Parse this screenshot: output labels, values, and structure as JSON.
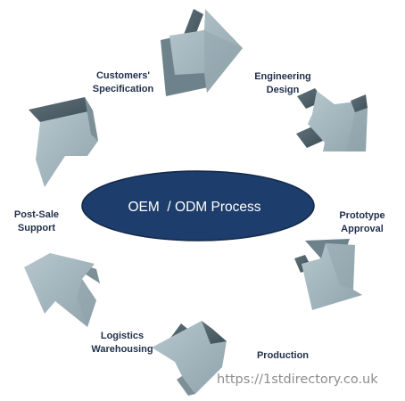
{
  "center": {
    "title": "OEM  / ODM Process"
  },
  "stages": [
    {
      "label": "Customers'\nSpecification"
    },
    {
      "label": "Engineering\nDesign"
    },
    {
      "label": "Prototype\nApproval"
    },
    {
      "label": "Production"
    },
    {
      "label": "Logistics\nWarehousing"
    },
    {
      "label": "Post-Sale\nSupport"
    }
  ],
  "watermark": "https://1stdirectory.co.uk",
  "colors": {
    "ellipse_fill": "#1d3d6c",
    "ellipse_text": "#ffffff",
    "arrow_light": "#a3b6be",
    "arrow_side": "#7d9098",
    "arrow_dark": "#4f6068",
    "label_text": "#1f2f4a"
  }
}
